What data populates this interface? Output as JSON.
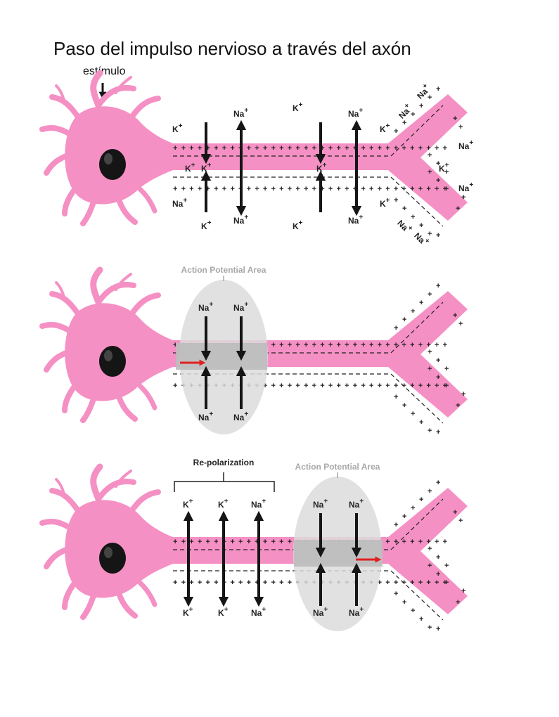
{
  "title": "Paso del impulso nervioso a través del axón",
  "stimulus_label": "estímulo",
  "action_potential_label": "Action Potential Area",
  "repolarization_label": "Re-polarization",
  "ions": {
    "k": "K",
    "na": "Na",
    "plus": "+"
  },
  "colors": {
    "neuron_pink": "#f590c4",
    "nucleus": "#151515",
    "red_arrow": "#e02020",
    "ap_gray": "#e3e3e3"
  }
}
